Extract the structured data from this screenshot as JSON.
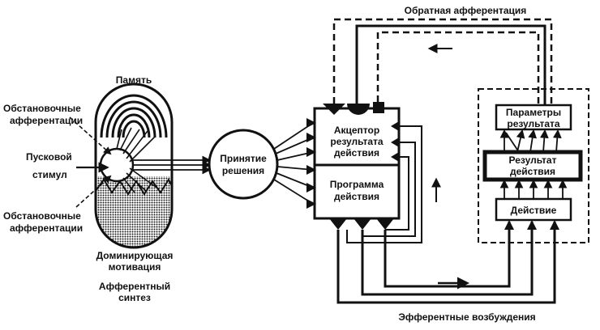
{
  "labels": {
    "memory": "Память",
    "situational_top_1": "Обстановочные",
    "situational_top_2": "афферентации",
    "trigger_1": "Пусковой",
    "trigger_2": "стимул",
    "situational_bottom_1": "Обстановочные",
    "situational_bottom_2": "афферентации",
    "motivation_1": "Доминирующая",
    "motivation_2": "мотивация",
    "synthesis_1": "Афферентный",
    "synthesis_2": "синтез",
    "decision_1": "Принятие",
    "decision_2": "решения",
    "acceptor_1": "Акцептор",
    "acceptor_2": "результата",
    "acceptor_3": "действия",
    "program_1": "Программа",
    "program_2": "действия",
    "params_1": "Параметры",
    "params_2": "результата",
    "result_1": "Результат",
    "result_2": "действия",
    "action": "Действие",
    "feedback": "Обратная афферентация",
    "efferent": "Эфферентные возбуждения"
  },
  "colors": {
    "ink": "#111111",
    "background": "#ffffff",
    "pattern": "#1a1a1a"
  }
}
